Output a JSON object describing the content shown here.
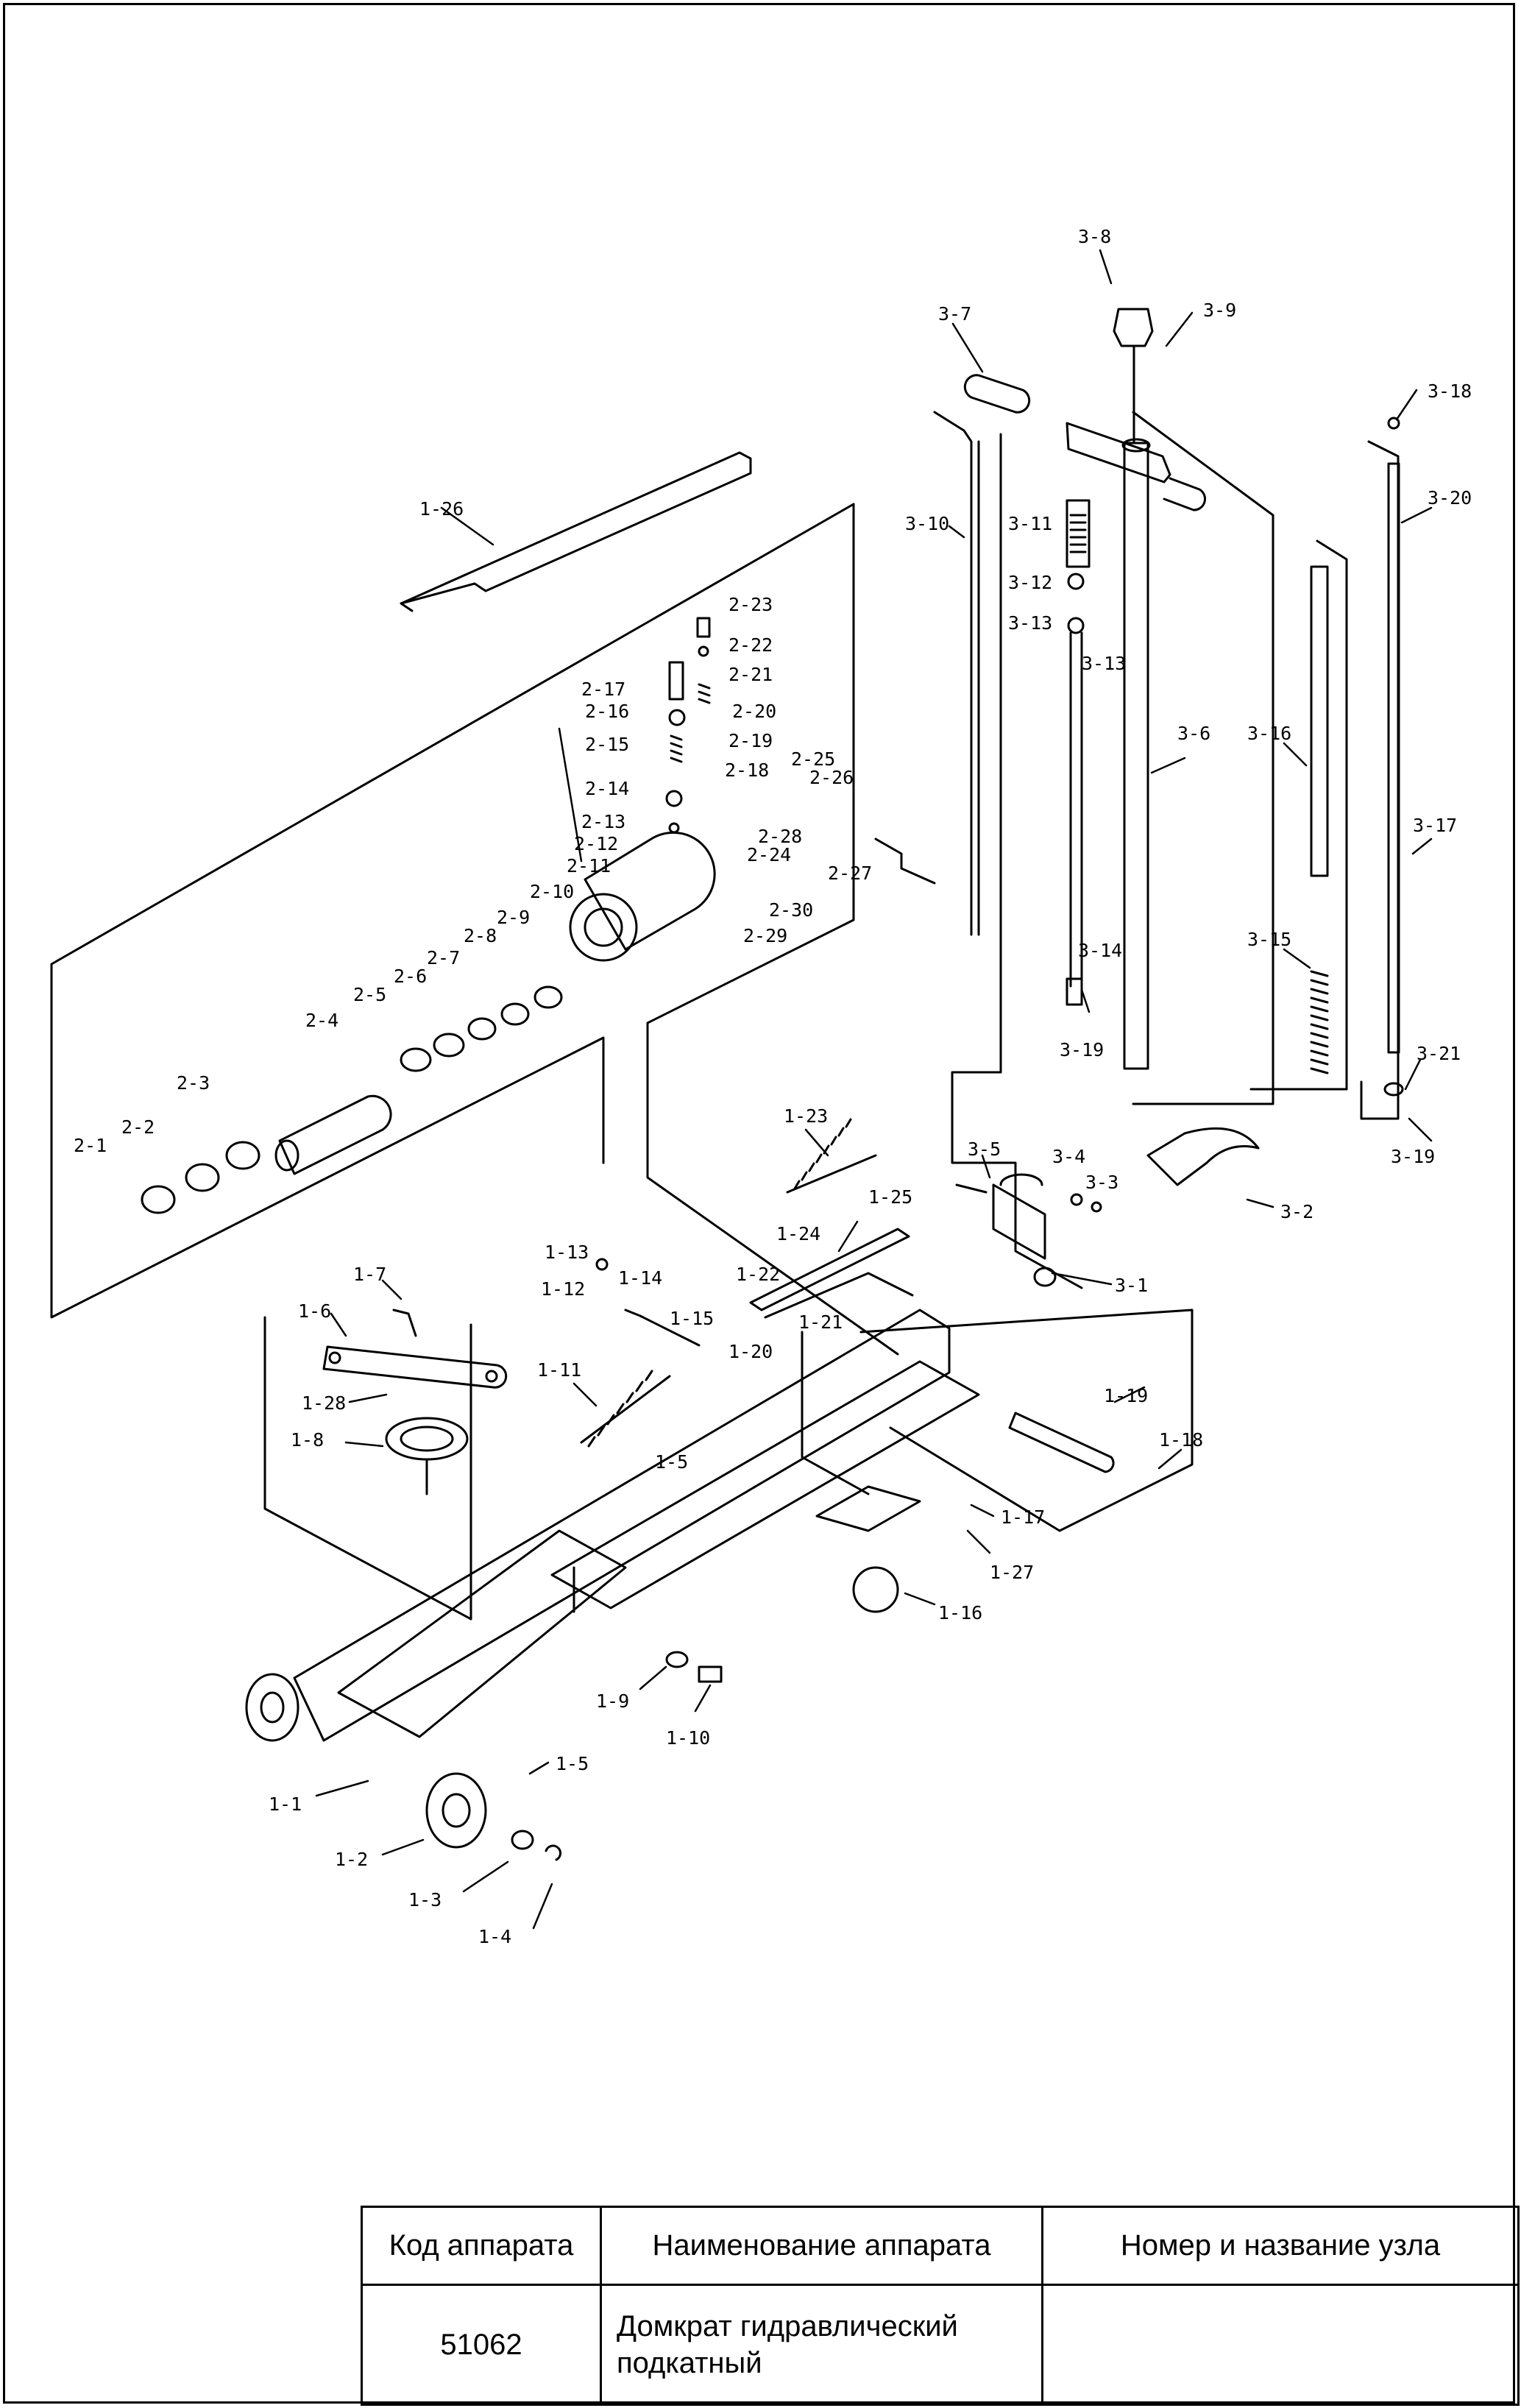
{
  "table": {
    "headers": [
      "Код аппарата",
      "Наименование аппарата",
      "Номер и название узла"
    ],
    "row": {
      "code": "51062",
      "name_line1": "Домкрат гидравлический",
      "name_line2": "подкатный",
      "assembly": ""
    }
  },
  "callouts": [
    {
      "id": "3-8"
    },
    {
      "id": "3-9"
    },
    {
      "id": "3-7"
    },
    {
      "id": "3-18"
    },
    {
      "id": "3-20"
    },
    {
      "id": "3-10"
    },
    {
      "id": "3-11"
    },
    {
      "id": "3-12"
    },
    {
      "id": "3-13"
    },
    {
      "id": "3-13b",
      "text": "3-13"
    },
    {
      "id": "3-6"
    },
    {
      "id": "3-16"
    },
    {
      "id": "3-17"
    },
    {
      "id": "3-15"
    },
    {
      "id": "3-14"
    },
    {
      "id": "3-19"
    },
    {
      "id": "3-21"
    },
    {
      "id": "3-19b",
      "text": "3-19"
    },
    {
      "id": "3-5"
    },
    {
      "id": "3-4"
    },
    {
      "id": "3-3"
    },
    {
      "id": "3-2"
    },
    {
      "id": "3-1"
    },
    {
      "id": "1-26"
    },
    {
      "id": "2-23"
    },
    {
      "id": "2-22"
    },
    {
      "id": "2-21"
    },
    {
      "id": "2-17"
    },
    {
      "id": "2-16"
    },
    {
      "id": "2-20"
    },
    {
      "id": "2-19"
    },
    {
      "id": "2-15"
    },
    {
      "id": "2-18"
    },
    {
      "id": "2-25"
    },
    {
      "id": "2-26"
    },
    {
      "id": "2-14"
    },
    {
      "id": "2-13"
    },
    {
      "id": "2-28"
    },
    {
      "id": "2-12"
    },
    {
      "id": "2-24"
    },
    {
      "id": "2-11"
    },
    {
      "id": "2-27"
    },
    {
      "id": "2-10"
    },
    {
      "id": "2-30"
    },
    {
      "id": "2-9"
    },
    {
      "id": "2-29"
    },
    {
      "id": "2-8"
    },
    {
      "id": "2-7"
    },
    {
      "id": "2-6"
    },
    {
      "id": "2-5"
    },
    {
      "id": "2-4"
    },
    {
      "id": "2-3"
    },
    {
      "id": "2-2"
    },
    {
      "id": "2-1"
    },
    {
      "id": "1-23"
    },
    {
      "id": "1-25"
    },
    {
      "id": "1-24"
    },
    {
      "id": "1-13"
    },
    {
      "id": "1-14"
    },
    {
      "id": "1-22"
    },
    {
      "id": "1-7"
    },
    {
      "id": "1-12"
    },
    {
      "id": "1-15"
    },
    {
      "id": "1-21"
    },
    {
      "id": "1-6"
    },
    {
      "id": "1-20"
    },
    {
      "id": "1-11"
    },
    {
      "id": "1-19"
    },
    {
      "id": "1-28"
    },
    {
      "id": "1-18"
    },
    {
      "id": "1-8"
    },
    {
      "id": "1-5"
    },
    {
      "id": "1-17"
    },
    {
      "id": "1-27"
    },
    {
      "id": "1-16"
    },
    {
      "id": "1-9"
    },
    {
      "id": "1-10"
    },
    {
      "id": "1-5b",
      "text": "1-5"
    },
    {
      "id": "1-1"
    },
    {
      "id": "1-2"
    },
    {
      "id": "1-3"
    },
    {
      "id": "1-4"
    }
  ]
}
